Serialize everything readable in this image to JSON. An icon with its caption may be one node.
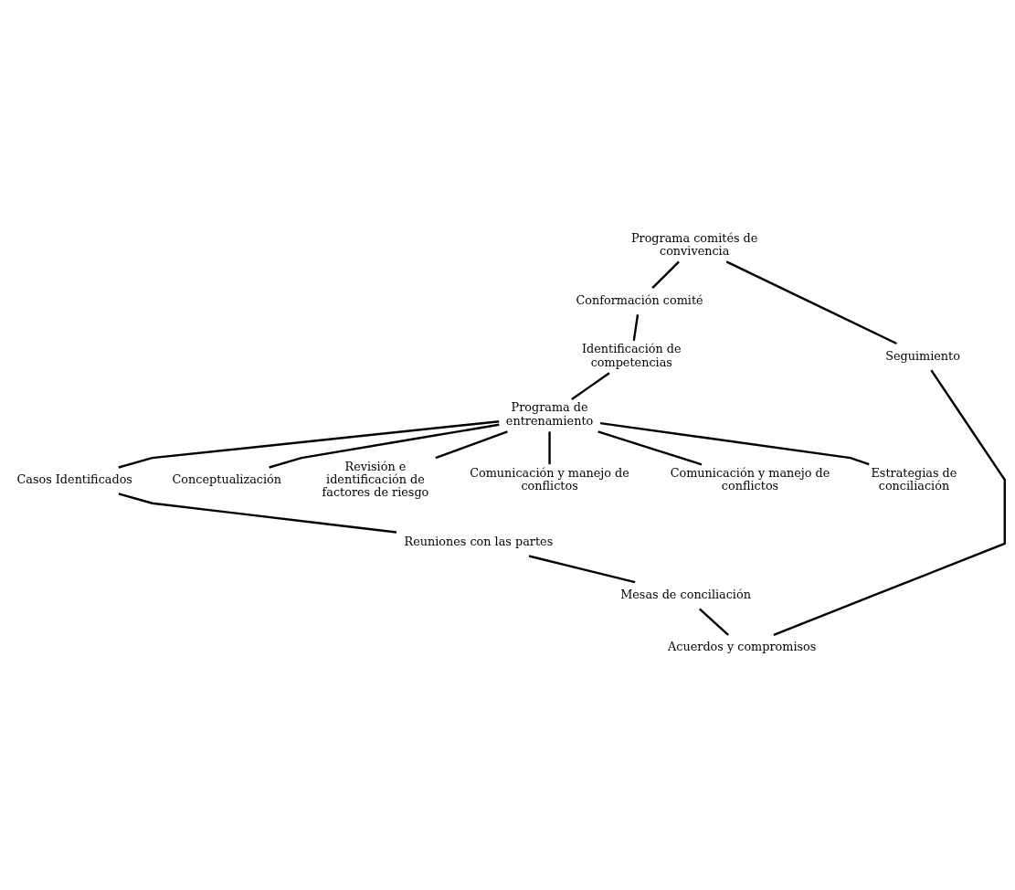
{
  "diagram": {
    "nodes": [
      {
        "text": [
          "Programa comités de convivencia"
        ]
      },
      {
        "text": [
          "Conformación comité"
        ]
      },
      {
        "text": [
          "Identificación de competencias"
        ]
      },
      {
        "text": [
          "Programa de entrenamiento"
        ]
      },
      {
        "text": [
          "Casos Identificados"
        ]
      },
      {
        "text": [
          "Seguimiento"
        ]
      },
      {
        "text": [
          "Conceptualización"
        ]
      },
      {
        "text": [
          "Revisión e identificación de factores de riesgo"
        ]
      },
      {
        "text": [
          "Comunicación y manejo de conflictos"
        ]
      },
      {
        "text": [
          "Comunicación y manejo de conflictos"
        ]
      },
      {
        "text": [
          "Estrategias de conciliación"
        ]
      },
      {
        "text": [
          "Reuniones con las partes"
        ]
      },
      {
        "text": [
          "Mesas de conciliación"
        ]
      },
      {
        "text": [
          "Acuerdos y compromisos"
        ]
      }
    ],
    "edges": [
      {
        "from": 0,
        "to": 1,
        "arrow": "none"
      },
      {
        "from": 1,
        "to": 2,
        "arrow": "none"
      },
      {
        "from": 2,
        "to": 3,
        "arrow": "none"
      },
      {
        "from": 3,
        "to": 4,
        "arrow": "none"
      },
      {
        "from": 0,
        "to": 5,
        "arrow": "none"
      },
      {
        "from": 3,
        "to": 6,
        "arrow": "none"
      },
      {
        "from": 3,
        "to": 7,
        "arrow": "none"
      },
      {
        "from": 3,
        "to": 8,
        "arrow": "none"
      },
      {
        "from": 3,
        "to": 9,
        "arrow": "none"
      },
      {
        "from": 3,
        "to": 10,
        "arrow": "none"
      },
      {
        "from": 4,
        "to": 11,
        "arrow": "none"
      },
      {
        "from": 11,
        "to": 12,
        "arrow": "none"
      },
      {
        "from": 12,
        "to": 13,
        "arrow": "none"
      },
      {
        "from": 5,
        "to": 13,
        "arrow": "none"
      }
    ]
  }
}
